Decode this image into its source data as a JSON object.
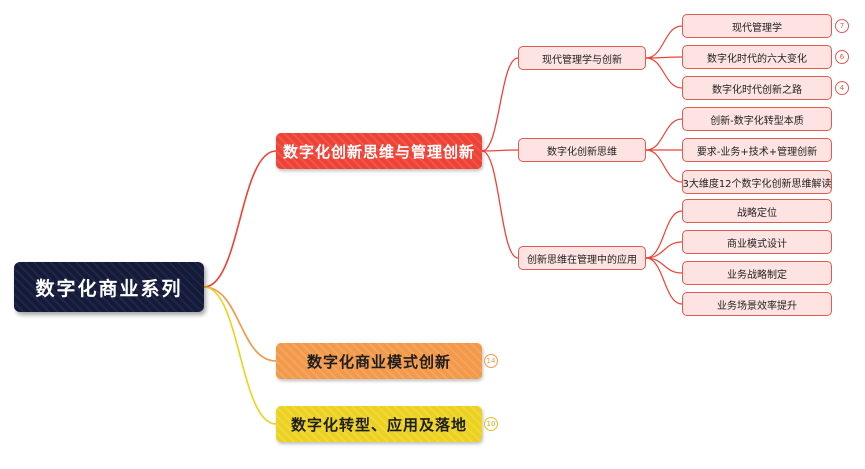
{
  "root": {
    "label": "数字化商业系列"
  },
  "branches": [
    {
      "label": "数字化创新思维与管理创新",
      "children": [
        {
          "label": "现代管理学与创新",
          "children": [
            {
              "label": "现代管理学",
              "badge": "7"
            },
            {
              "label": "数字化时代的六大变化",
              "badge": "6"
            },
            {
              "label": "数字化时代创新之路",
              "badge": "4"
            }
          ]
        },
        {
          "label": "数字化创新思维",
          "children": [
            {
              "label": "创新-数字化转型本质"
            },
            {
              "label": "要求-业务+技术+管理创新"
            },
            {
              "label": "3大维度12个数字化创新思维解读"
            }
          ]
        },
        {
          "label": "创新思维在管理中的应用",
          "children": [
            {
              "label": "战略定位"
            },
            {
              "label": "商业模式设计"
            },
            {
              "label": "业务战略制定"
            },
            {
              "label": "业务场景效率提升"
            }
          ]
        }
      ]
    },
    {
      "label": "数字化商业模式创新",
      "badge": "14"
    },
    {
      "label": "数字化转型、应用及落地",
      "badge": "10"
    }
  ],
  "colors": {
    "root": "#141a3a",
    "branch_red": "#ef4236",
    "branch_orange": "#f2994a",
    "branch_yellow": "#ecd11f",
    "sub_fill": "#fde3e1",
    "sub_border": "#e25a52"
  }
}
